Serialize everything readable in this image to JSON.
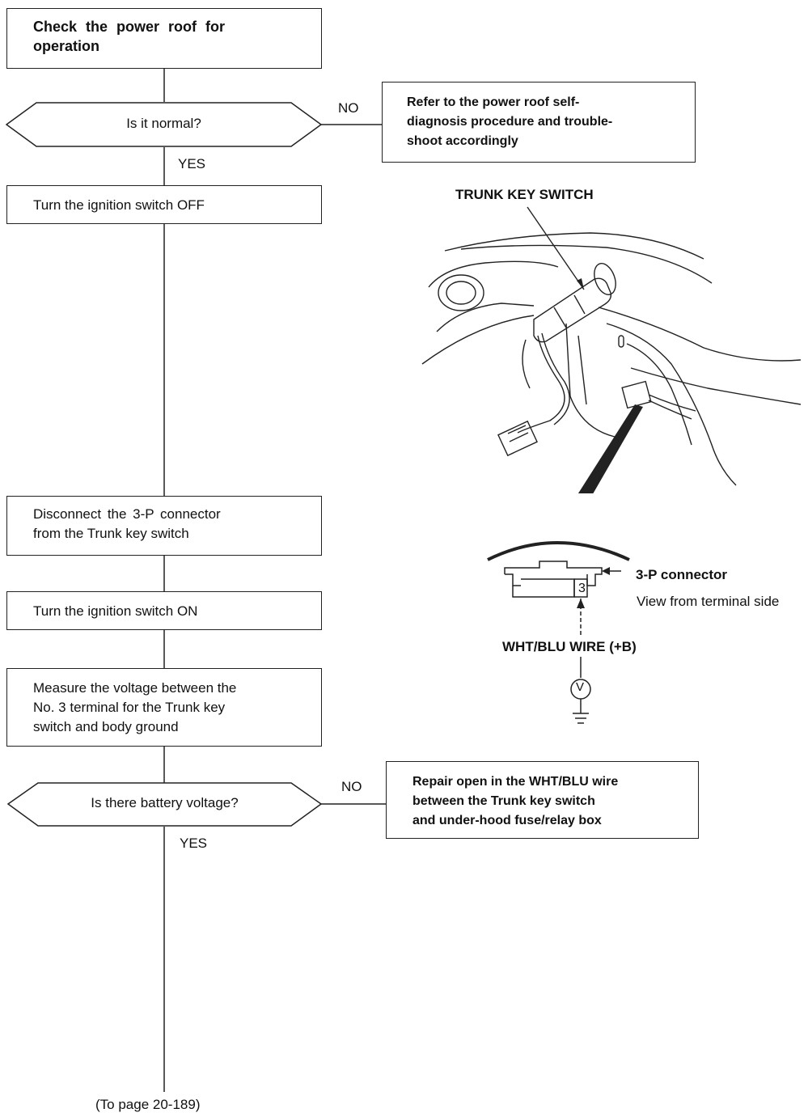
{
  "flowchart": {
    "step1": {
      "line1": "Check the power roof for",
      "line2": "operation"
    },
    "decision1": {
      "text": "Is it normal?",
      "no_label": "NO",
      "yes_label": "YES"
    },
    "no_box1": {
      "line1": "Refer to the power roof self-",
      "line2": "diagnosis procedure and trouble-",
      "line3": "shoot accordingly"
    },
    "step2": {
      "text": "Turn the ignition switch OFF"
    },
    "step3": {
      "line1": "Disconnect the 3-P connector",
      "line2": "from the Trunk key switch"
    },
    "step4": {
      "text": "Turn the ignition switch ON"
    },
    "step5": {
      "line1": "Measure the voltage between the",
      "line2": "No. 3 terminal for the Trunk key",
      "line3": "switch and body ground"
    },
    "decision2": {
      "text": "Is there battery voltage?",
      "no_label": "NO",
      "yes_label": "YES"
    },
    "no_box2": {
      "line1": "Repair open in the WHT/BLU wire",
      "line2": "between the Trunk key switch",
      "line3": "and under-hood fuse/relay box"
    },
    "footer": "(To page 20-189)"
  },
  "illustration": {
    "title": "TRUNK KEY SWITCH",
    "connector_label": "3-P connector",
    "view_label": "View from terminal side",
    "terminal_number": "3",
    "wire_label": "WHT/BLU WIRE (+B)",
    "meter_symbol": "V"
  }
}
